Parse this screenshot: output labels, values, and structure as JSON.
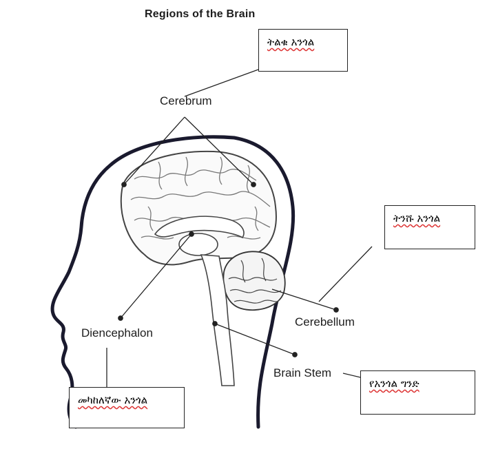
{
  "title": "Regions of the Brain",
  "labels": {
    "cerebrum": "Cerebrum",
    "cerebellum": "Cerebellum",
    "diencephalon": "Diencephalon",
    "brain_stem": "Brain Stem"
  },
  "translations": {
    "cerebrum": "ትልቁ አንጎል",
    "cerebellum": "ትንሹ አንጎል",
    "diencephalon": "መካከለኛው አንጎል",
    "brain_stem": "የአንጎል ግንድ"
  },
  "colors": {
    "outline": "#1a1a2e",
    "brain_stroke": "#555555",
    "line": "#222222",
    "spellcheck": "#dd3333"
  }
}
